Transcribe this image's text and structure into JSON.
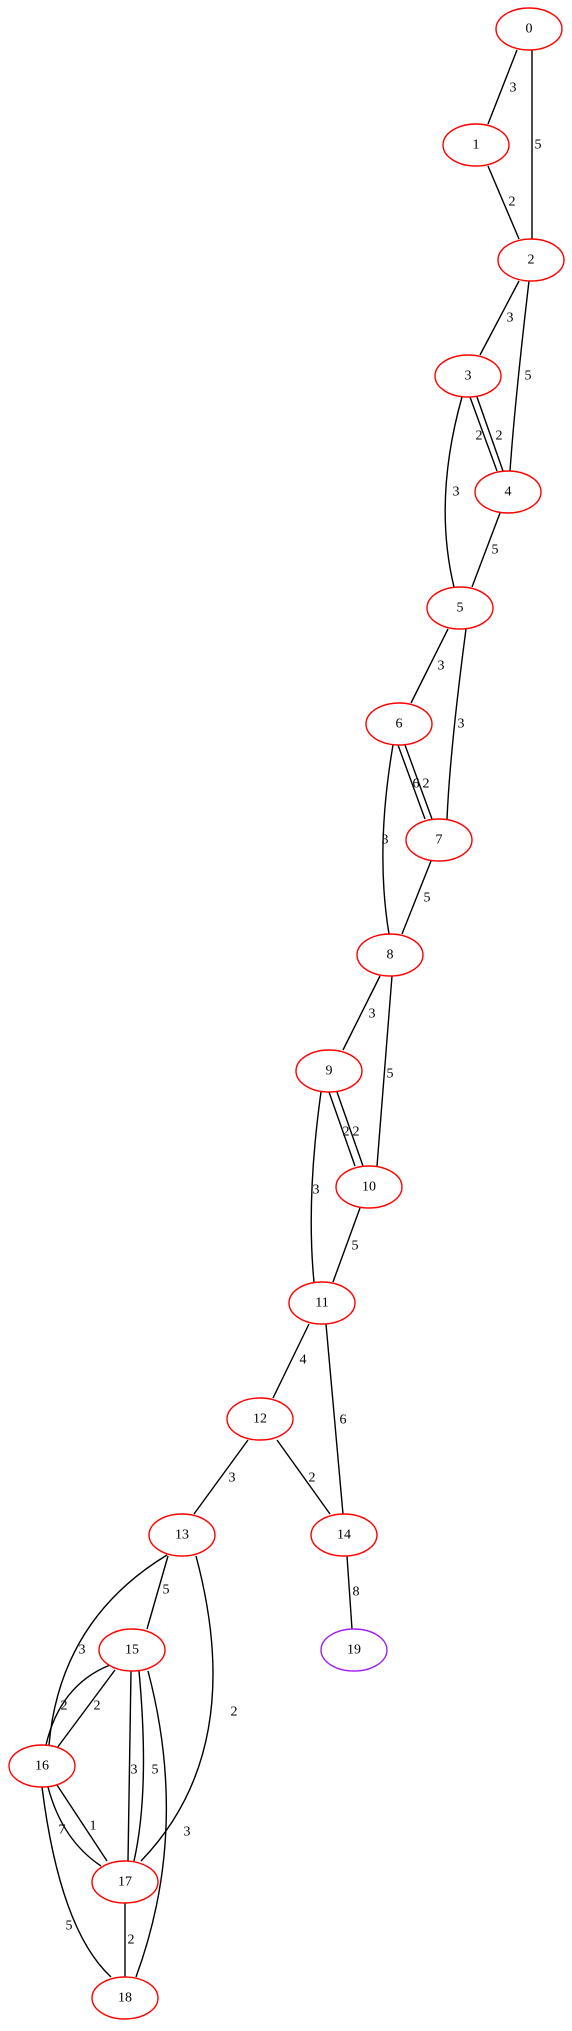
{
  "graph": {
    "type": "undirected-weighted",
    "node_stroke": "#ff0000",
    "highlight_stroke": "#a020f0",
    "nodes": [
      {
        "id": "0",
        "label": "0"
      },
      {
        "id": "1",
        "label": "1"
      },
      {
        "id": "2",
        "label": "2"
      },
      {
        "id": "3",
        "label": "3"
      },
      {
        "id": "4",
        "label": "4"
      },
      {
        "id": "5",
        "label": "5"
      },
      {
        "id": "6",
        "label": "6"
      },
      {
        "id": "7",
        "label": "7"
      },
      {
        "id": "8",
        "label": "8"
      },
      {
        "id": "9",
        "label": "9"
      },
      {
        "id": "10",
        "label": "10"
      },
      {
        "id": "11",
        "label": "11"
      },
      {
        "id": "12",
        "label": "12"
      },
      {
        "id": "13",
        "label": "13"
      },
      {
        "id": "14",
        "label": "14"
      },
      {
        "id": "15",
        "label": "15"
      },
      {
        "id": "16",
        "label": "16"
      },
      {
        "id": "17",
        "label": "17"
      },
      {
        "id": "18",
        "label": "18"
      },
      {
        "id": "19",
        "label": "19",
        "highlight": true
      }
    ],
    "edges": [
      {
        "source": "0",
        "target": "1",
        "weight": "3"
      },
      {
        "source": "0",
        "target": "2",
        "weight": "5"
      },
      {
        "source": "1",
        "target": "2",
        "weight": "2"
      },
      {
        "source": "2",
        "target": "3",
        "weight": "3"
      },
      {
        "source": "2",
        "target": "4",
        "weight": "5"
      },
      {
        "source": "3",
        "target": "4",
        "weight": "2"
      },
      {
        "source": "3",
        "target": "4",
        "weight": "2"
      },
      {
        "source": "3",
        "target": "5",
        "weight": "3"
      },
      {
        "source": "4",
        "target": "5",
        "weight": "5"
      },
      {
        "source": "5",
        "target": "6",
        "weight": "3"
      },
      {
        "source": "5",
        "target": "7",
        "weight": "3"
      },
      {
        "source": "6",
        "target": "7",
        "weight": "6"
      },
      {
        "source": "6",
        "target": "7",
        "weight": "2"
      },
      {
        "source": "6",
        "target": "8",
        "weight": "3"
      },
      {
        "source": "7",
        "target": "8",
        "weight": "5"
      },
      {
        "source": "8",
        "target": "9",
        "weight": "3"
      },
      {
        "source": "8",
        "target": "10",
        "weight": "5"
      },
      {
        "source": "9",
        "target": "10",
        "weight": "2"
      },
      {
        "source": "9",
        "target": "10",
        "weight": "2"
      },
      {
        "source": "9",
        "target": "11",
        "weight": "3"
      },
      {
        "source": "10",
        "target": "11",
        "weight": "5"
      },
      {
        "source": "11",
        "target": "12",
        "weight": "4"
      },
      {
        "source": "11",
        "target": "14",
        "weight": "6"
      },
      {
        "source": "12",
        "target": "13",
        "weight": "3"
      },
      {
        "source": "12",
        "target": "14",
        "weight": "2"
      },
      {
        "source": "14",
        "target": "19",
        "weight": "8"
      },
      {
        "source": "13",
        "target": "15",
        "weight": "5"
      },
      {
        "source": "13",
        "target": "16",
        "weight": "3"
      },
      {
        "source": "13",
        "target": "17",
        "weight": "2"
      },
      {
        "source": "15",
        "target": "16",
        "weight": "2"
      },
      {
        "source": "15",
        "target": "16",
        "weight": "2"
      },
      {
        "source": "15",
        "target": "17",
        "weight": "3"
      },
      {
        "source": "15",
        "target": "17",
        "weight": "5"
      },
      {
        "source": "15",
        "target": "18",
        "weight": "3"
      },
      {
        "source": "16",
        "target": "17",
        "weight": "7"
      },
      {
        "source": "16",
        "target": "17",
        "weight": "1"
      },
      {
        "source": "16",
        "target": "18",
        "weight": "5"
      },
      {
        "source": "17",
        "target": "18",
        "weight": "2"
      }
    ]
  }
}
